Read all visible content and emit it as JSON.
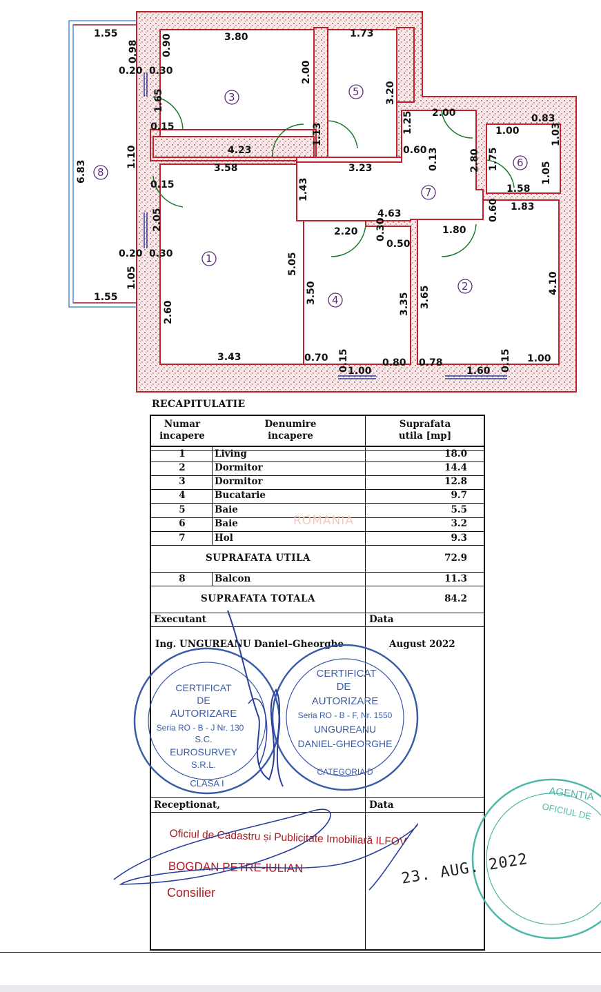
{
  "floor_plan": {
    "dimensions": [
      "1.55",
      "0.98",
      "0.90",
      "0.20",
      "0.30",
      "3.80",
      "1.73",
      "2.00",
      "3.20",
      "1.65",
      "0.15",
      "1.10",
      "4.23",
      "3.58",
      "1.13",
      "3.23",
      "1.25",
      "0.60",
      "0.13",
      "2.00",
      "1.00",
      "0.83",
      "1.03",
      "2.80",
      "1.75",
      "1.05",
      "1.58",
      "1.83",
      "0.60",
      "1.43",
      "4.63",
      "0.30",
      "0.50",
      "2.20",
      "1.80",
      "6.83",
      "2.05",
      "0.15",
      "0.20",
      "0.30",
      "5.05",
      "3.50",
      "3.35",
      "3.65",
      "4.10",
      "1.05",
      "1.55",
      "2.60",
      "3.43",
      "0.70",
      "0.15",
      "1.00",
      "0.80",
      "0.78",
      "1.60",
      "0.15",
      "1.00"
    ],
    "room_numbers": [
      "1",
      "2",
      "3",
      "4",
      "5",
      "6",
      "7",
      "8"
    ]
  },
  "recap": {
    "title": "RECAPITULATIE",
    "headers": {
      "num_1": "Numar",
      "num_2": "incapere",
      "name_1": "Denumire",
      "name_2": "incapere",
      "area_1": "Suprafata",
      "area_2": "utila [mp]"
    },
    "rows": [
      {
        "num": "1",
        "name": "Living",
        "area": "18.0"
      },
      {
        "num": "2",
        "name": "Dormitor",
        "area": "14.4"
      },
      {
        "num": "3",
        "name": "Dormitor",
        "area": "12.8"
      },
      {
        "num": "4",
        "name": "Bucatarie",
        "area": "9.7"
      },
      {
        "num": "5",
        "name": "Baie",
        "area": "5.5"
      },
      {
        "num": "6",
        "name": "Baie",
        "area": "3.2"
      },
      {
        "num": "7",
        "name": "Hol",
        "area": "9.3"
      }
    ],
    "useful_label": "SUPRAFATA UTILA",
    "useful_value": "72.9",
    "balcony": {
      "num": "8",
      "name": "Balcon",
      "area": "11.3"
    },
    "total_label": "SUPRAFATA TOTALA",
    "total_value": "84.2",
    "executant_label": "Executant",
    "date_label": "Data",
    "engineer": "Ing. UNGUREANU Daniel–Gheorghe",
    "exec_date": "August 2022",
    "received_label": "Receptionat,",
    "received_date_label": "Data",
    "office_line": "Oficiul de Cadastru și Publicitate Imobiliară ILFOV",
    "officer_name": "BOGDAN PETRE-IULIAN",
    "officer_title": "Consilier",
    "received_date": "23. AUG. 2022"
  },
  "watermark": "ROMANIA",
  "stamps": {
    "left": {
      "lines": [
        "CERTIFICAT",
        "DE",
        "AUTORIZARE",
        "Seria RO - B - J Nr. 130",
        "S.C.",
        "EUROSURVEY",
        "S.R.L.",
        "CLASA I"
      ]
    },
    "right": {
      "lines": [
        "CERTIFICAT",
        "DE",
        "AUTORIZARE",
        "Seria RO - B - F, Nr. 1550",
        "UNGUREANU",
        "DANIEL-GHEORGHE",
        "CATEGORIA D"
      ]
    },
    "ocpi": {
      "lines": [
        "AGENTIA",
        "OFICIUL DE"
      ]
    }
  },
  "colors": {
    "wall_fill": "#f7ecec",
    "wall_line": "#c0202a",
    "balcony_line": "#4a8fd6",
    "room_marker": "#5b2a7c",
    "stamp_blue": "#3a5ba8",
    "stamp_teal": "#4fb8a8",
    "stamp_red": "#b01a22"
  }
}
